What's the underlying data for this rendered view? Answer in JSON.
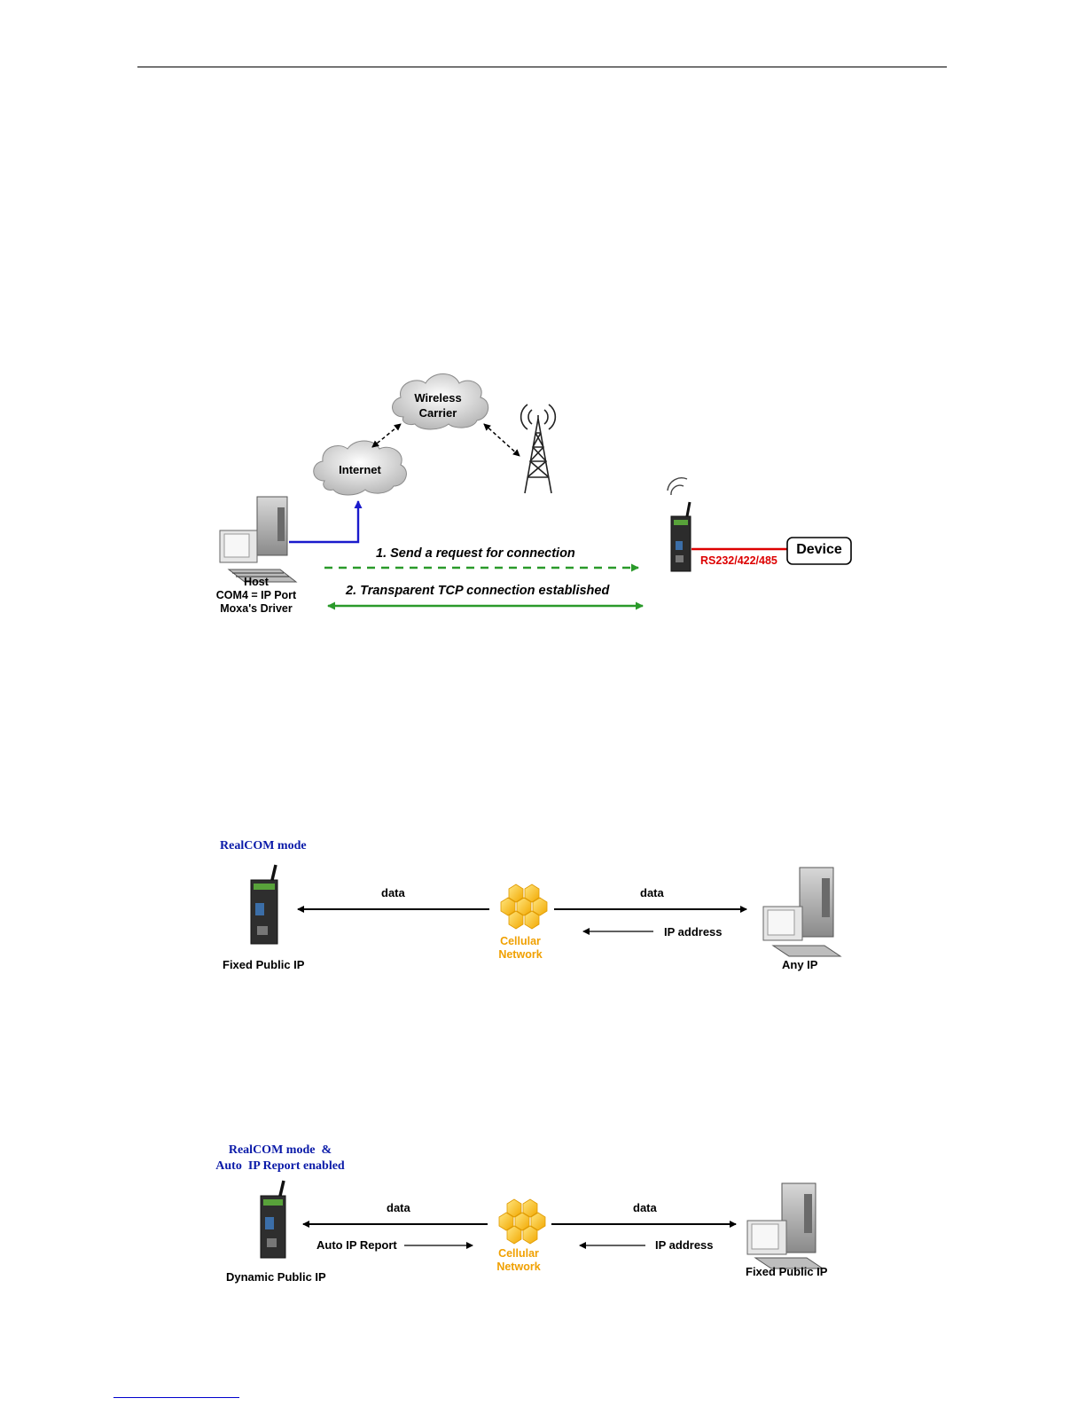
{
  "diagram1": {
    "clouds": {
      "wireless": "Wireless\nCarrier",
      "internet": "Internet"
    },
    "host": {
      "line1": "Host",
      "line2": "COM4 = IP Port",
      "line3": "Moxa's Driver"
    },
    "serial_label": "RS232/422/485",
    "device_label": "Device",
    "step1": "1. Send a request for connection",
    "step2": "2. Transparent TCP connection established"
  },
  "diagram2": {
    "mode": "RealCOM mode",
    "left_caption": "Fixed Public IP",
    "right_caption": "Any IP",
    "data_left": "data",
    "data_right": "data",
    "ip_address": "IP address",
    "network": "Cellular\nNetwork"
  },
  "diagram3": {
    "mode": "RealCOM mode  &\nAuto  IP Report enabled",
    "left_caption": "Dynamic Public IP",
    "right_caption": "Fixed Public IP",
    "data_left": "data",
    "data_right": "data",
    "auto_ip_report": "Auto IP Report",
    "ip_address": "IP address",
    "network": "Cellular\nNetwork"
  },
  "colors": {
    "blue_line": "#1a1acc",
    "green_line": "#2a9a2a",
    "red_line": "#dd0000",
    "mode_text": "#0a1aa8",
    "cellular": "#f0a000"
  },
  "icons": [
    "cloud-icon",
    "cell-tower-icon",
    "computer-icon",
    "modem-icon",
    "honeycomb-icon"
  ]
}
